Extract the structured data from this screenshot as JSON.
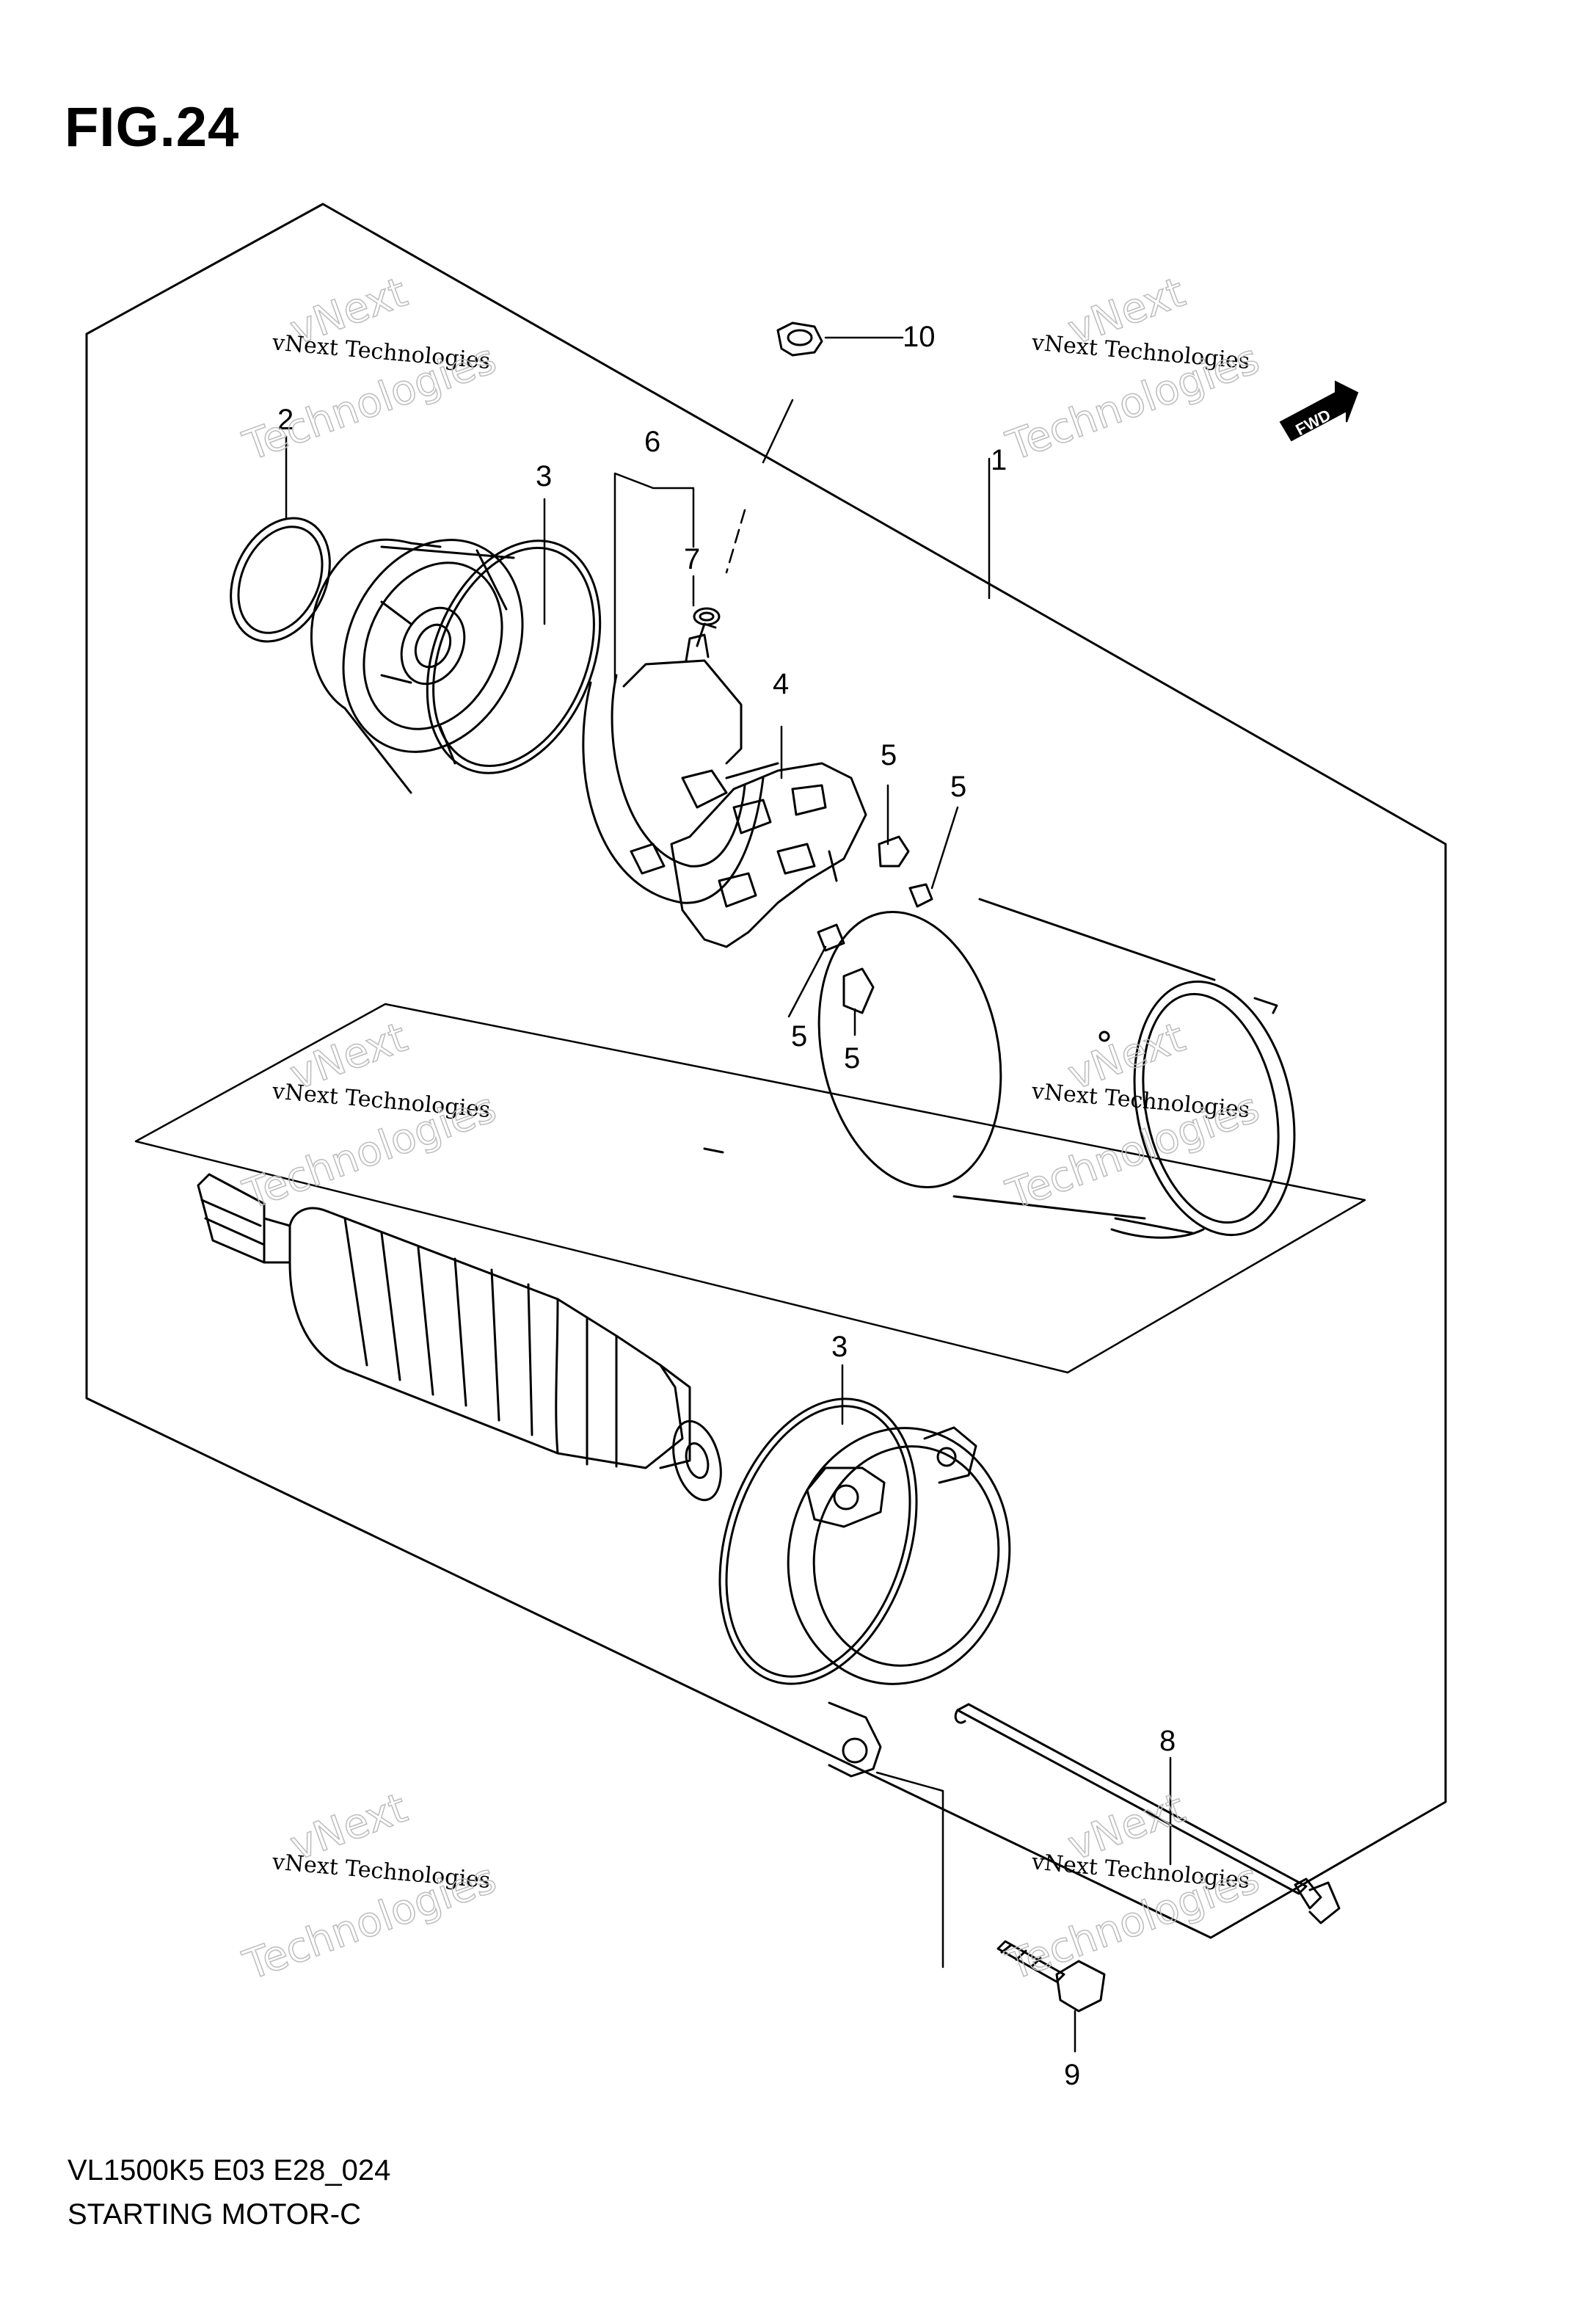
{
  "figure": {
    "title": "FIG.24",
    "code": "VL1500K5 E03 E28_024",
    "name": "STARTING MOTOR-C"
  },
  "direction_badge": {
    "label": "FWD"
  },
  "watermark": {
    "line1": "vNext",
    "line2": "vNext Technologies",
    "line3": "Technologies"
  },
  "callouts": [
    "1",
    "2",
    "3",
    "3",
    "4",
    "5",
    "5",
    "5",
    "5",
    "6",
    "7",
    "8",
    "9",
    "10"
  ]
}
